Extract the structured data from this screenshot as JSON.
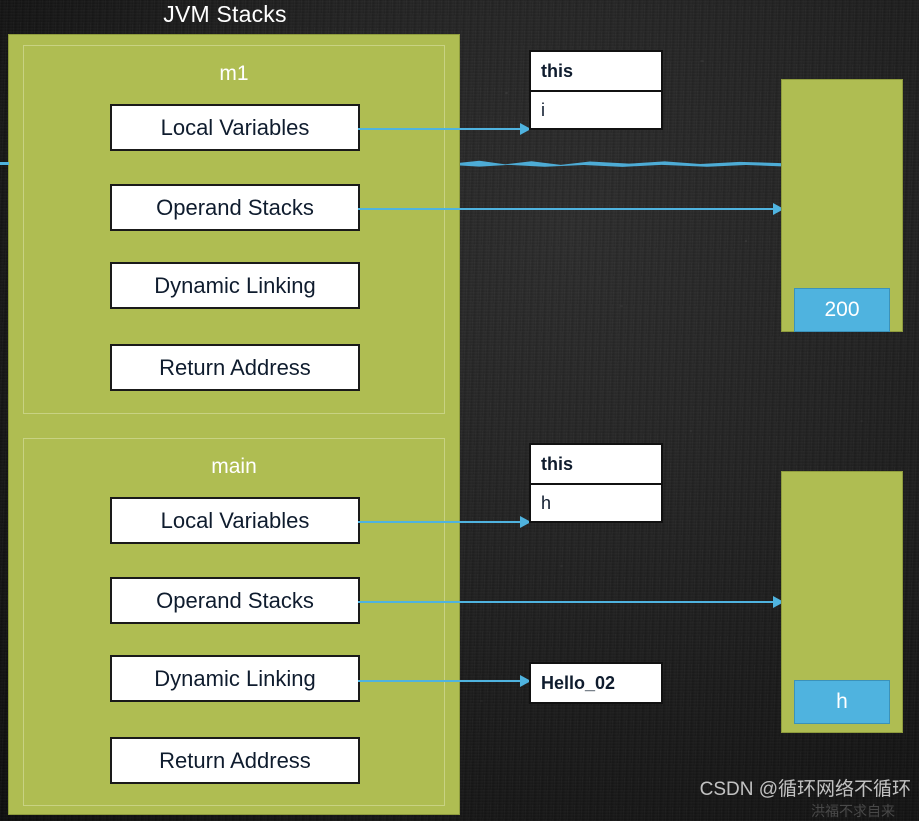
{
  "title": "JVM Stacks",
  "colors": {
    "panel_green": "#AFBD52",
    "accent_blue": "#4FB3DF",
    "background": "#1b1b1b",
    "box_white": "#FFFFFF",
    "box_border": "#111111"
  },
  "jvm_stacks": {
    "frames": [
      {
        "name": "m1",
        "slots": [
          {
            "label": "Local Variables"
          },
          {
            "label": "Operand Stacks"
          },
          {
            "label": "Dynamic Linking"
          },
          {
            "label": "Return Address"
          }
        ]
      },
      {
        "name": "main",
        "slots": [
          {
            "label": "Local Variables"
          },
          {
            "label": "Operand Stacks"
          },
          {
            "label": "Dynamic Linking"
          },
          {
            "label": "Return Address"
          }
        ]
      }
    ]
  },
  "value_boxes": [
    {
      "id": "m1-locals",
      "rows": [
        {
          "text": "this",
          "bold": true
        },
        {
          "text": "i",
          "bold": false
        }
      ]
    },
    {
      "id": "main-locals",
      "rows": [
        {
          "text": "this",
          "bold": true
        },
        {
          "text": "h",
          "bold": false
        }
      ]
    },
    {
      "id": "main-dynamic-linking",
      "rows": [
        {
          "text": "Hello_02",
          "bold": true
        }
      ]
    }
  ],
  "heap_objects": [
    {
      "id": "heap-top",
      "value_label": "200"
    },
    {
      "id": "heap-bottom",
      "value_label": "h"
    }
  ],
  "watermark": {
    "text": "CSDN @循环网络不循环",
    "sub": "洪福不求自来"
  }
}
